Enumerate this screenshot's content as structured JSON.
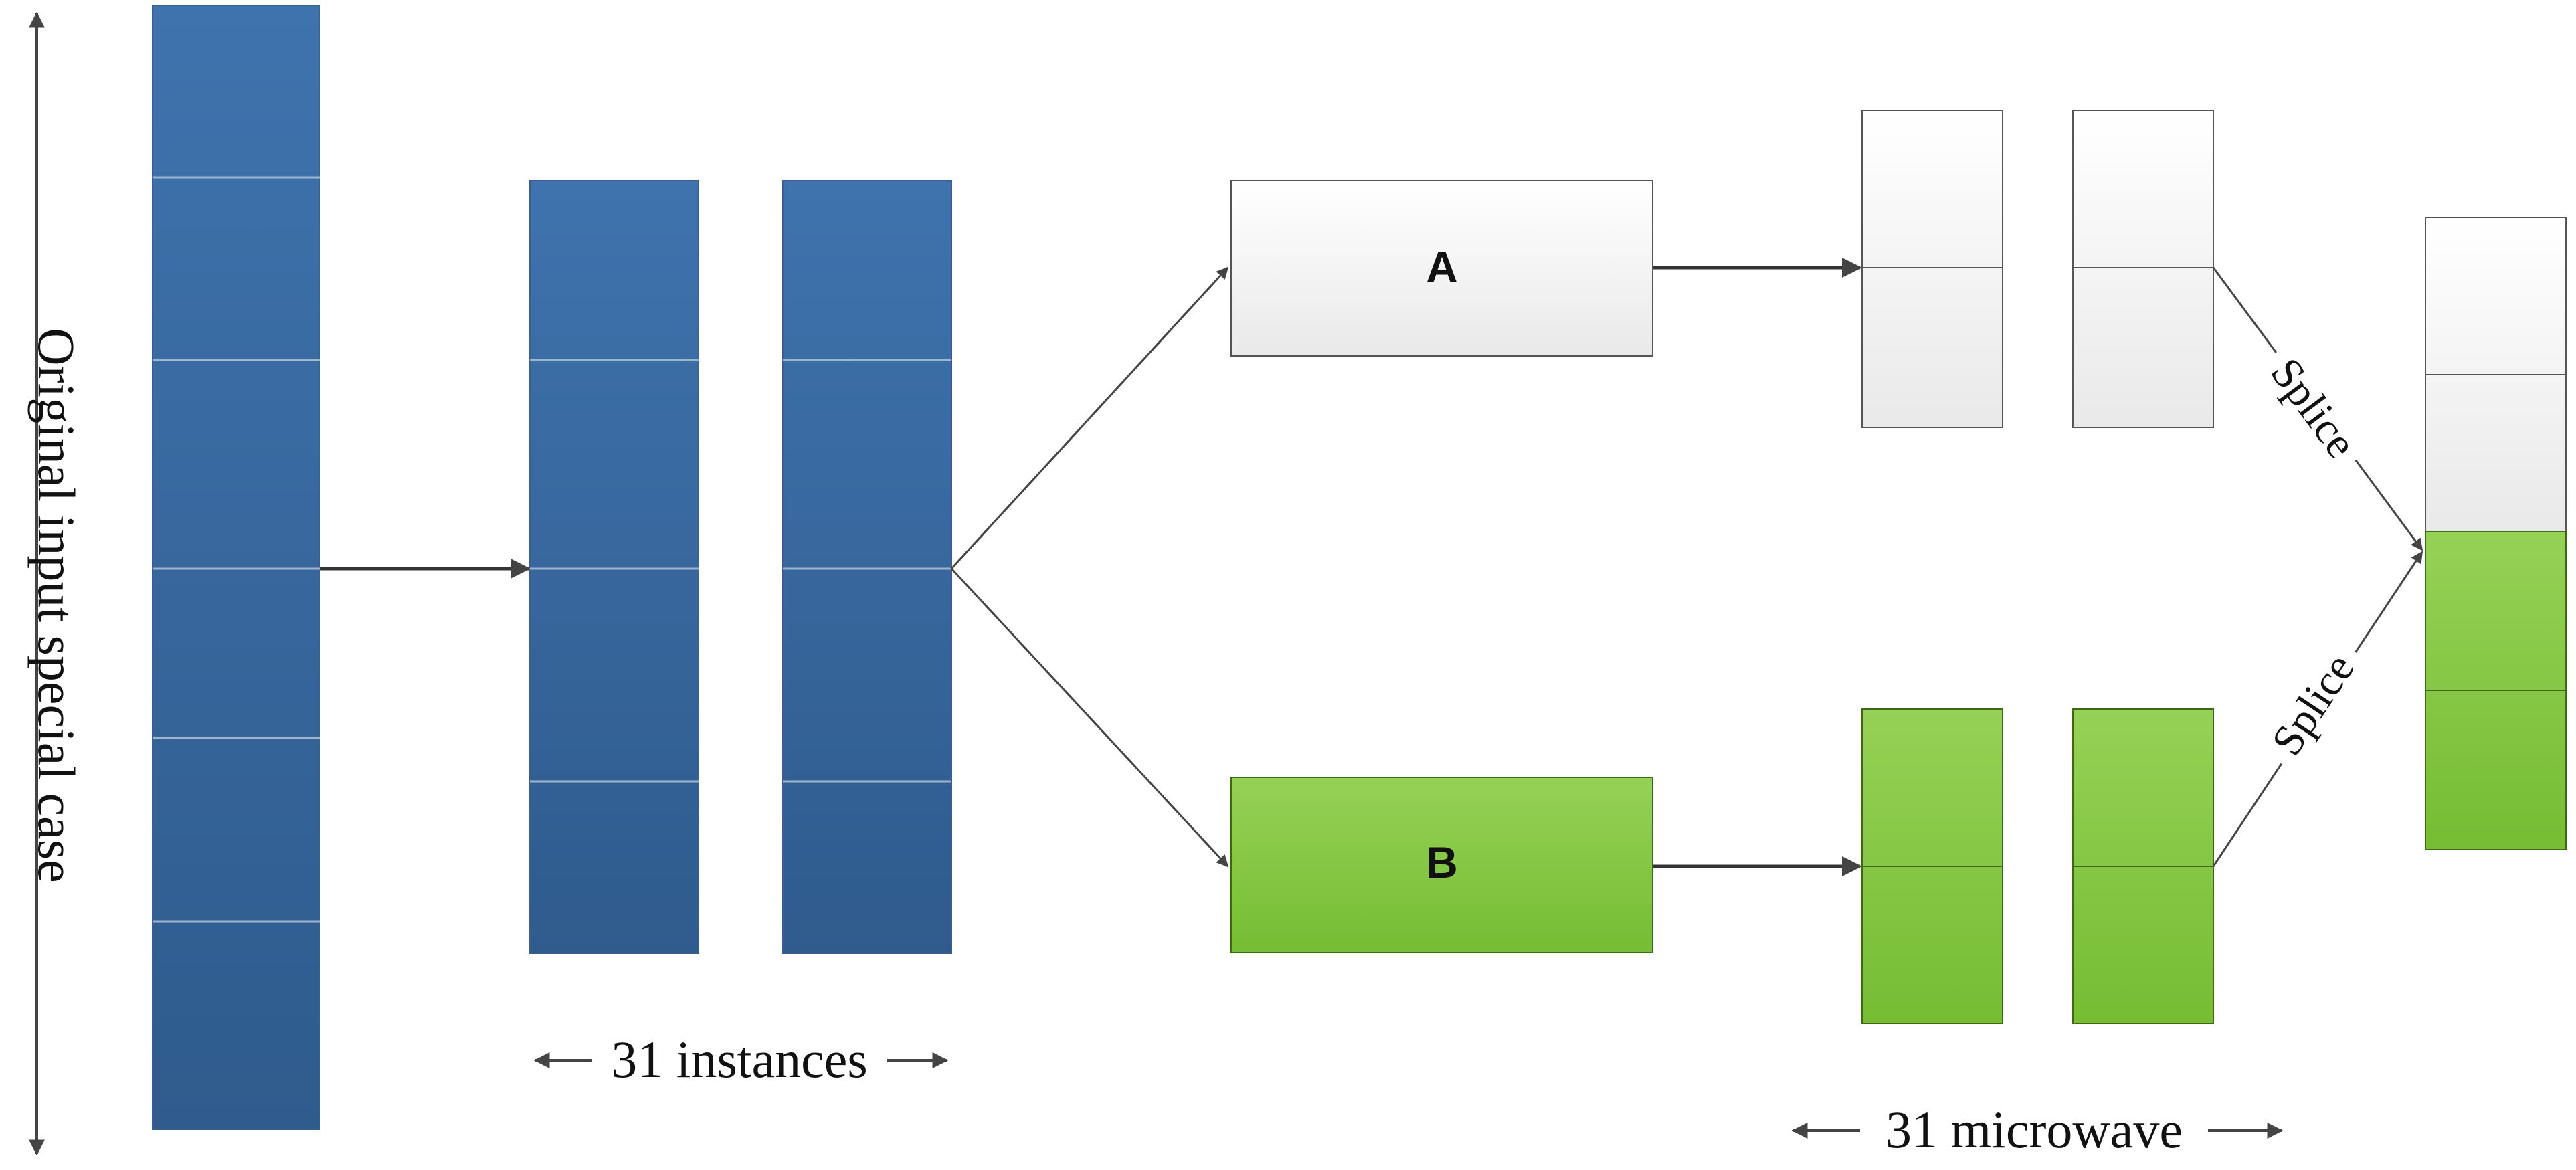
{
  "labels": {
    "vertical_axis": "Original input special case",
    "instances": "31 instances",
    "microwave": "31 microwave",
    "node_a": "A",
    "node_b": "B",
    "splice_top": "Splice",
    "splice_bottom": "Splice"
  },
  "colors": {
    "blue": "#3b6ca3",
    "blue_dark": "#2f5b8d",
    "white_box": "#f2f2f2",
    "green": "#7cc242",
    "green_light": "#92d050",
    "stroke": "#444444"
  },
  "icons": {
    "arrow_head": "arrowhead-icon"
  }
}
